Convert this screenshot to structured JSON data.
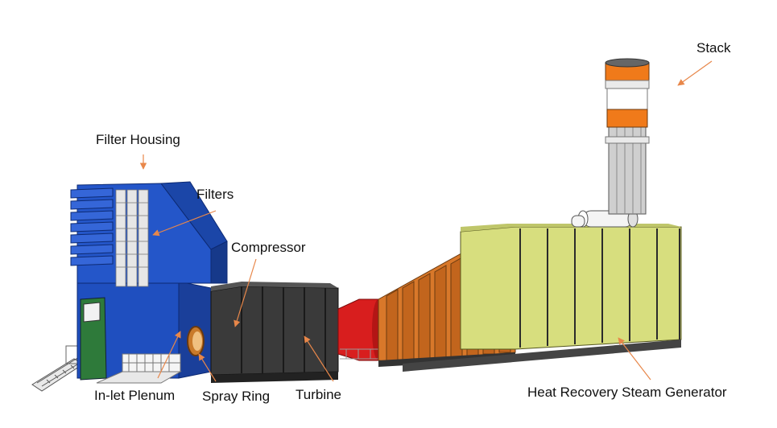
{
  "labels": {
    "filter_housing": "Filter Housing",
    "filters": "Filters",
    "compressor": "Compressor",
    "inlet_plenum": "In-let Plenum",
    "spray_ring": "Spray Ring",
    "turbine": "Turbine",
    "hrsg": "Heat Recovery Steam Generator",
    "stack": "Stack"
  },
  "colors": {
    "arrow": "#E8874A",
    "filter_blue": "#2456C9",
    "enclosure_dark": "#3A3A3A",
    "transition_red": "#D81E1E",
    "duct_orange": "#D8782A",
    "hrsg_yellow": "#D7DE7E",
    "stack_orange": "#F07A1A",
    "door_green": "#2E7A3A"
  }
}
